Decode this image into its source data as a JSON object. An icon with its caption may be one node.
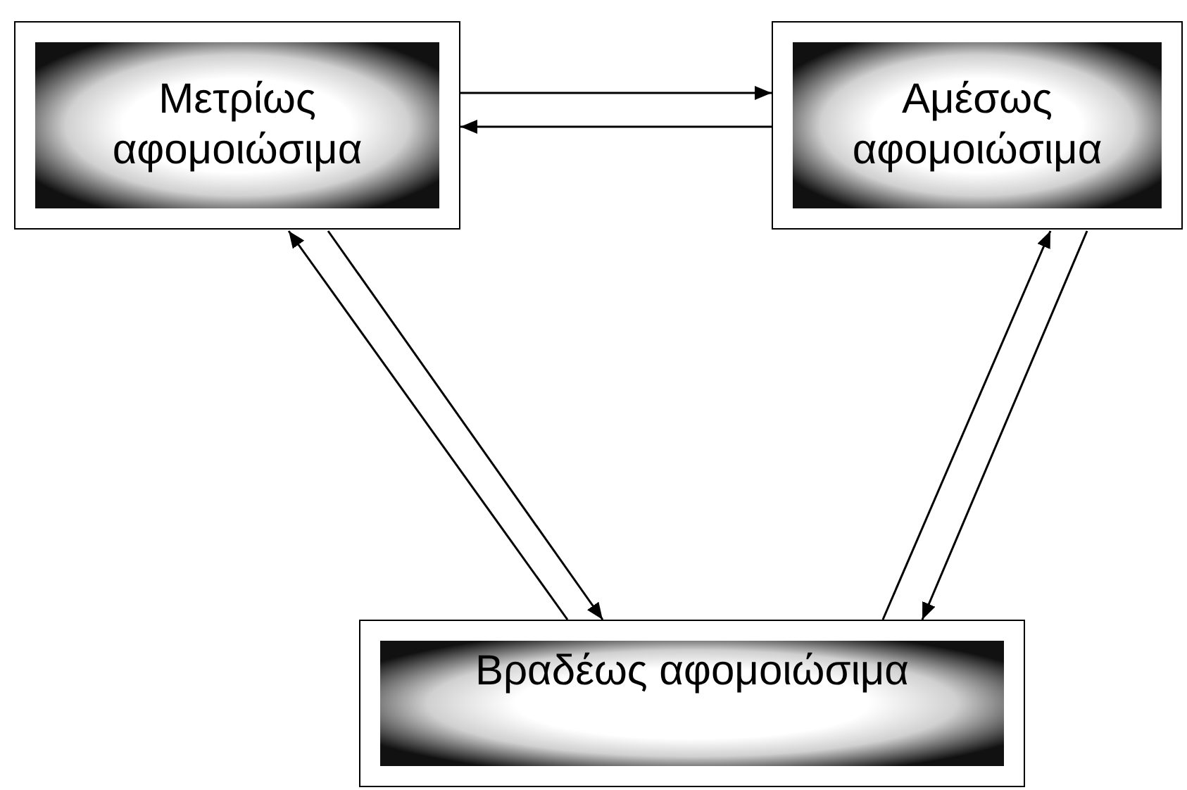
{
  "diagram": {
    "nodes": [
      {
        "text": [
          "Μετρίως αφομοιώσιμα"
        ]
      },
      {
        "text": [
          "Αμέσως αφομοιώσιμα"
        ]
      },
      {
        "text": [
          "Βραδέως αφομοιώσιμα"
        ]
      }
    ],
    "edges": [
      {
        "from": 0,
        "to": 1,
        "arrow": "to"
      },
      {
        "from": 1,
        "to": 0,
        "arrow": "to"
      },
      {
        "from": 2,
        "to": 0,
        "arrow": "to"
      },
      {
        "from": 0,
        "to": 2,
        "arrow": "to"
      },
      {
        "from": 2,
        "to": 1,
        "arrow": "to"
      },
      {
        "from": 1,
        "to": 2,
        "arrow": "to"
      }
    ]
  }
}
